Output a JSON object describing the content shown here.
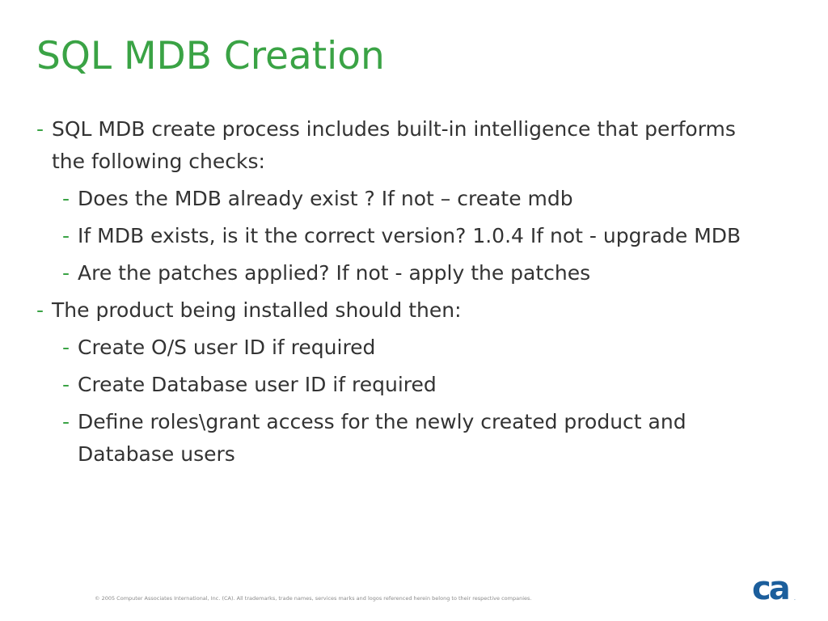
{
  "slide": {
    "title": "SQL MDB Creation",
    "bullets": [
      {
        "level": 1,
        "text": "SQL MDB create process includes built-in intelligence that performs the following checks:"
      },
      {
        "level": 2,
        "text": "Does the MDB already exist ? If not – create mdb"
      },
      {
        "level": 2,
        "text": "If MDB exists, is it the correct version? 1.0.4  If not - upgrade MDB"
      },
      {
        "level": 2,
        "text": "Are the patches applied? If not - apply the patches"
      },
      {
        "level": 1,
        "text": "The product being installed should then:"
      },
      {
        "level": 2,
        "text": "Create O/S user ID if required"
      },
      {
        "level": 2,
        "text": "Create Database user ID if required"
      },
      {
        "level": 2,
        "text": "Define roles\\grant access for the newly created product and Database users"
      }
    ],
    "bullet_marker": "-",
    "footer": "© 2005 Computer Associates International, Inc. (CA). All trademarks, trade names, services marks and logos referenced herein belong to their respective companies.",
    "logo_text": "ca",
    "colors": {
      "accent": "#3aa345",
      "text": "#333333",
      "logo": "#1b5e9c"
    }
  }
}
